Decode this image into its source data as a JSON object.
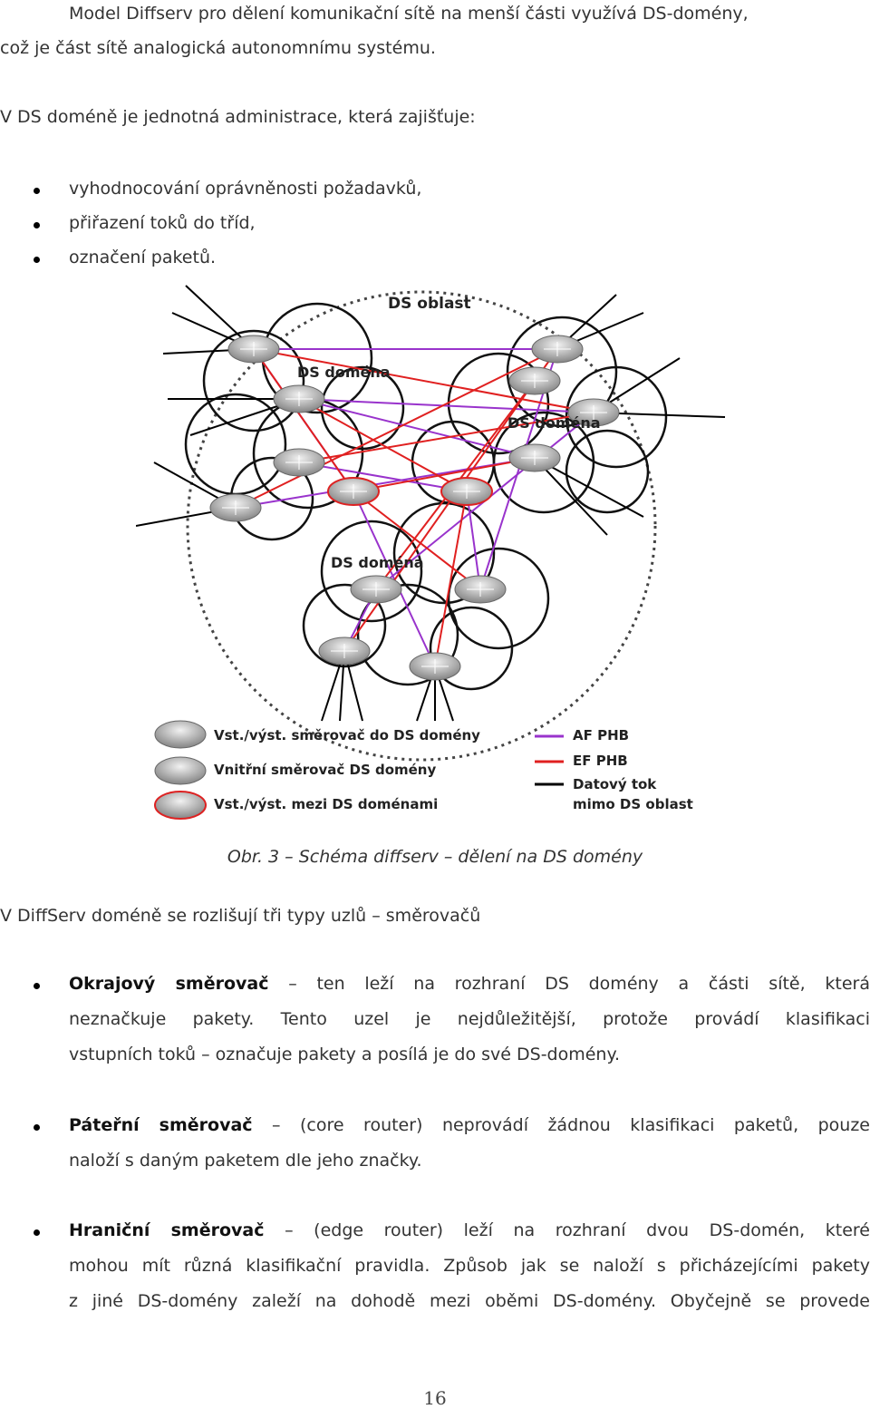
{
  "intro": {
    "line1": "Model Diffserv pro dělení komunikační sítě na menší části využívá DS-domény,",
    "line2": "což je část sítě analogická autonomnímu systému.",
    "admin": "V DS doméně je jednotná administrace, která zajišťuje:"
  },
  "admin_items": [
    "vyhodnocování oprávněnosti požadavků,",
    "přiřazení toků do tříd,",
    "označení paketů."
  ],
  "figure": {
    "area_label": "DS oblast",
    "domain_label": "DS doména",
    "legend": {
      "ingress": "Vst./výst. směrovač do DS domény",
      "core": "Vnitřní směrovač DS domény",
      "border": "Vst./výst. mezi DS doménami",
      "af": "AF PHB",
      "ef": "EF PHB",
      "flow1": "Datový tok",
      "flow2": "mimo DS oblast"
    },
    "colors": {
      "af": "#9933cc",
      "ef": "#e02020",
      "flow": "#000000"
    }
  },
  "caption": {
    "prefix": "Obr. 3",
    "dash": "–",
    "text": "Schéma diffserv – dělení na DS domény"
  },
  "types_intro": "V DiffServ doméně se rozlišují tři typy uzlů – směrovačů",
  "types": [
    {
      "term": "Okrajový směrovač",
      "l1": " – ten leží na rozhraní DS domény a části sítě, která",
      "l2": "neznačkuje pakety. Tento uzel je nejdůležitější, protože provádí klasifikaci",
      "l3": "vstupních toků – označuje pakety a posílá je do své DS-domény."
    },
    {
      "term": "Páteřní směrovač",
      "l1": " – (core router) neprovádí žádnou klasifikaci paketů, pouze",
      "l2": "naloží s daným paketem dle jeho značky."
    },
    {
      "term": "Hraniční směrovač",
      "l1": " – (edge router) leží na rozhraní dvou DS-domén, které",
      "l2": "mohou mít různá klasifikační pravidla. Způsob jak se naloží s přicházejícími pakety",
      "l3": "z jiné DS-domény zaleží na dohodě mezi oběmi DS-domény. Obyčejně se provede"
    }
  ],
  "page_number": "16"
}
